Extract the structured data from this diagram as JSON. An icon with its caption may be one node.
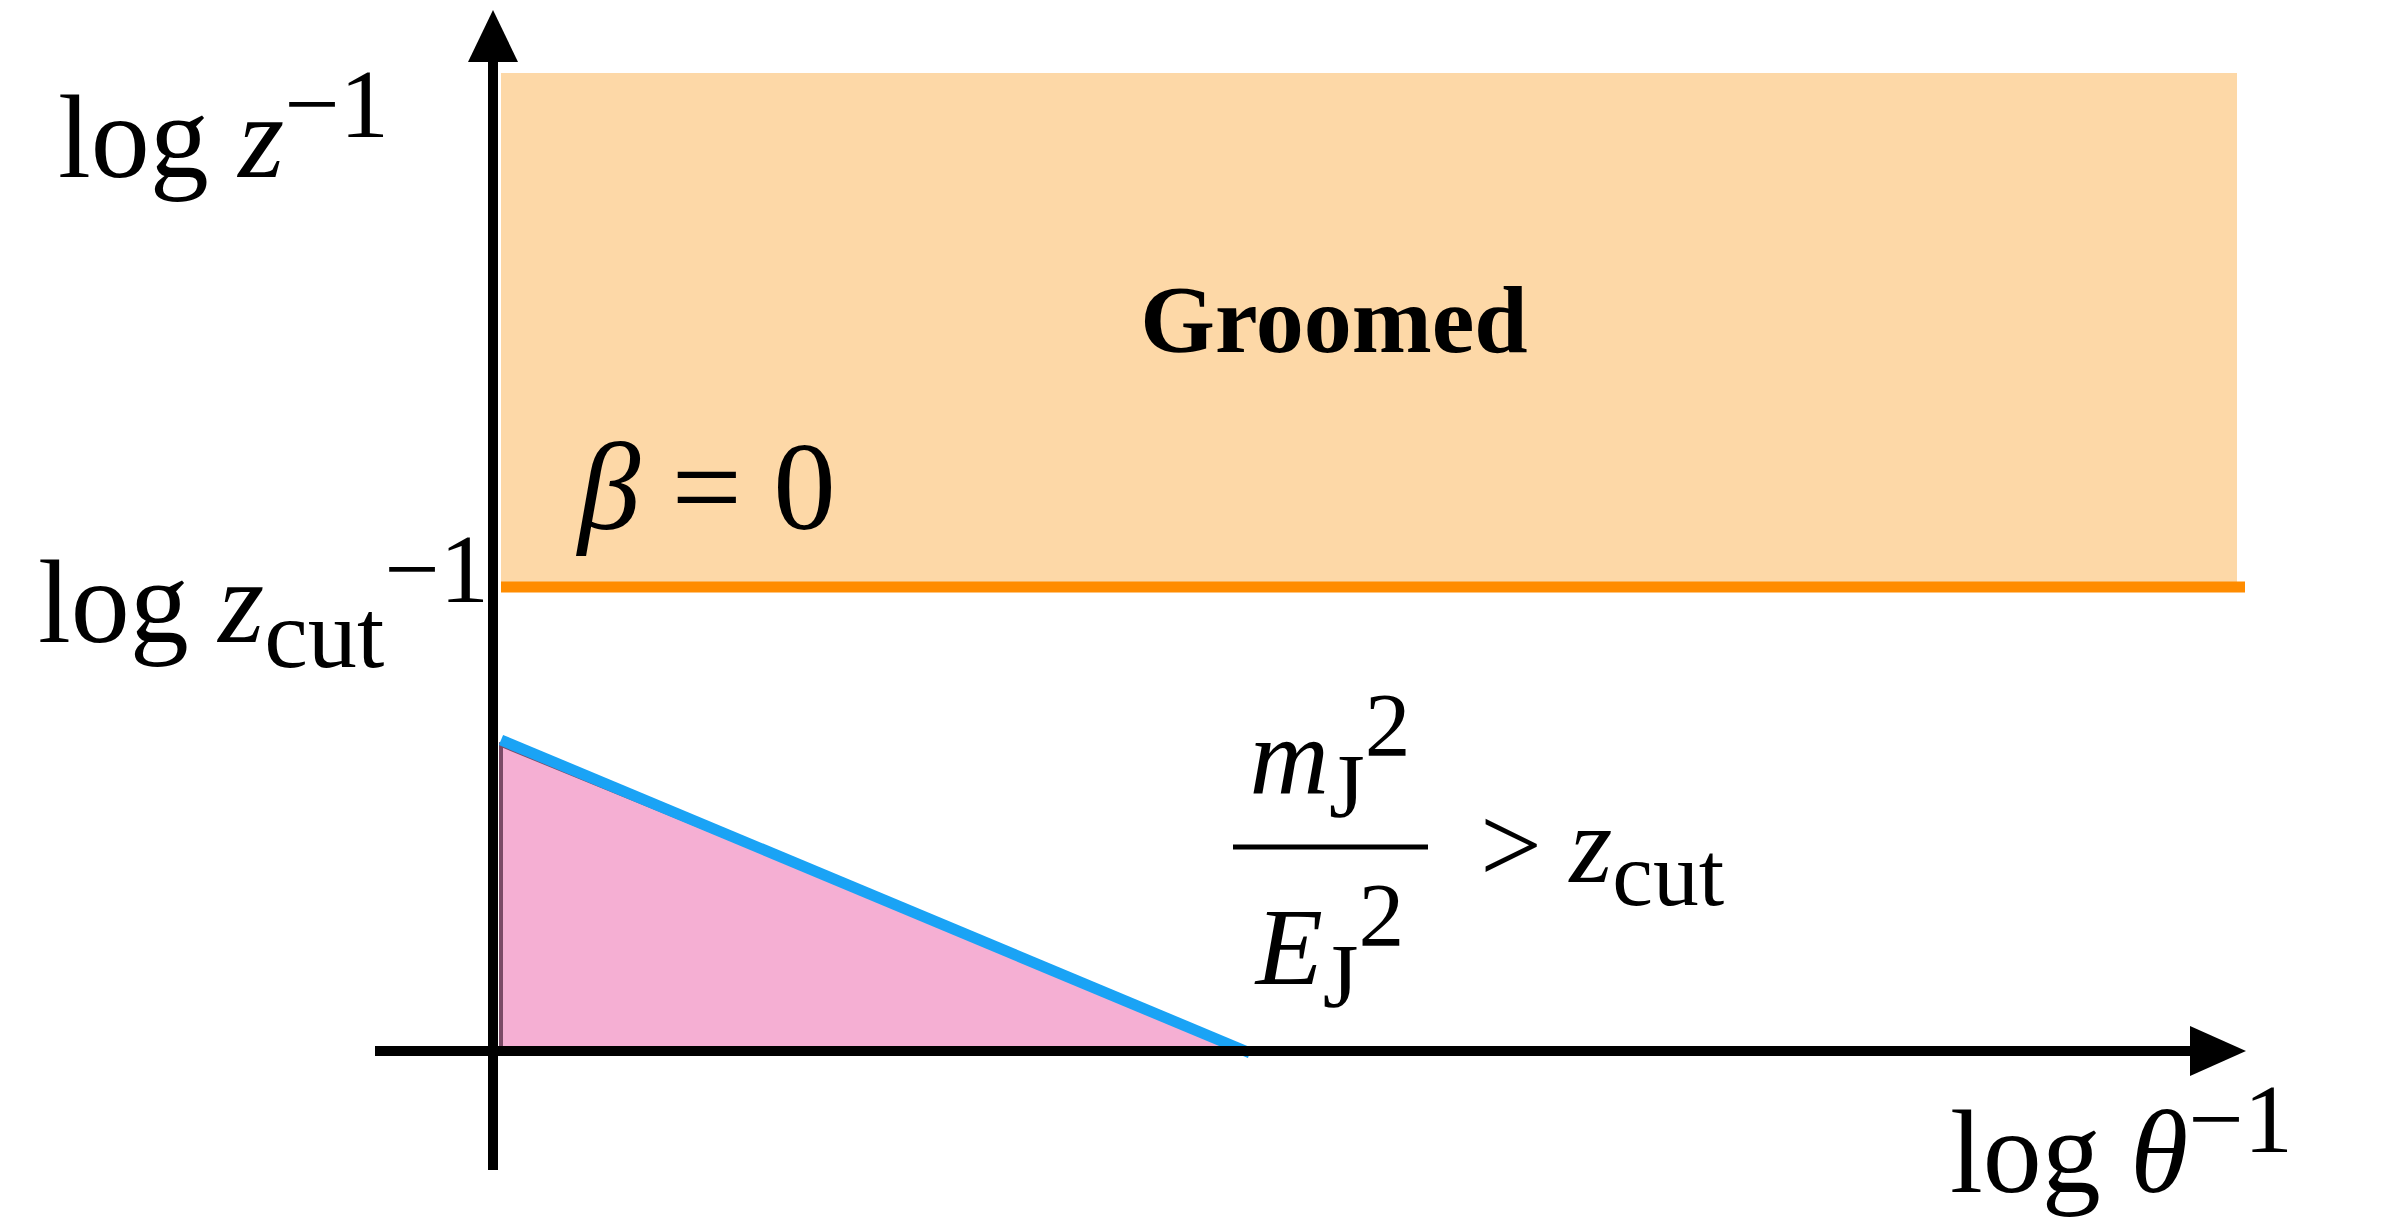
{
  "diagram": {
    "labels": [
      "log *z*$^{−1}$",
      "Groomed",
      "*β* = 0",
      "log *z*$_{cut}$$^{−1}$",
      "*m*$_{J}$$^{2}$",
      "*E*$_{J}$$^{2}$",
      "> *z*$_{cut}$",
      "log *θ*$^{−1}$"
    ]
  }
}
